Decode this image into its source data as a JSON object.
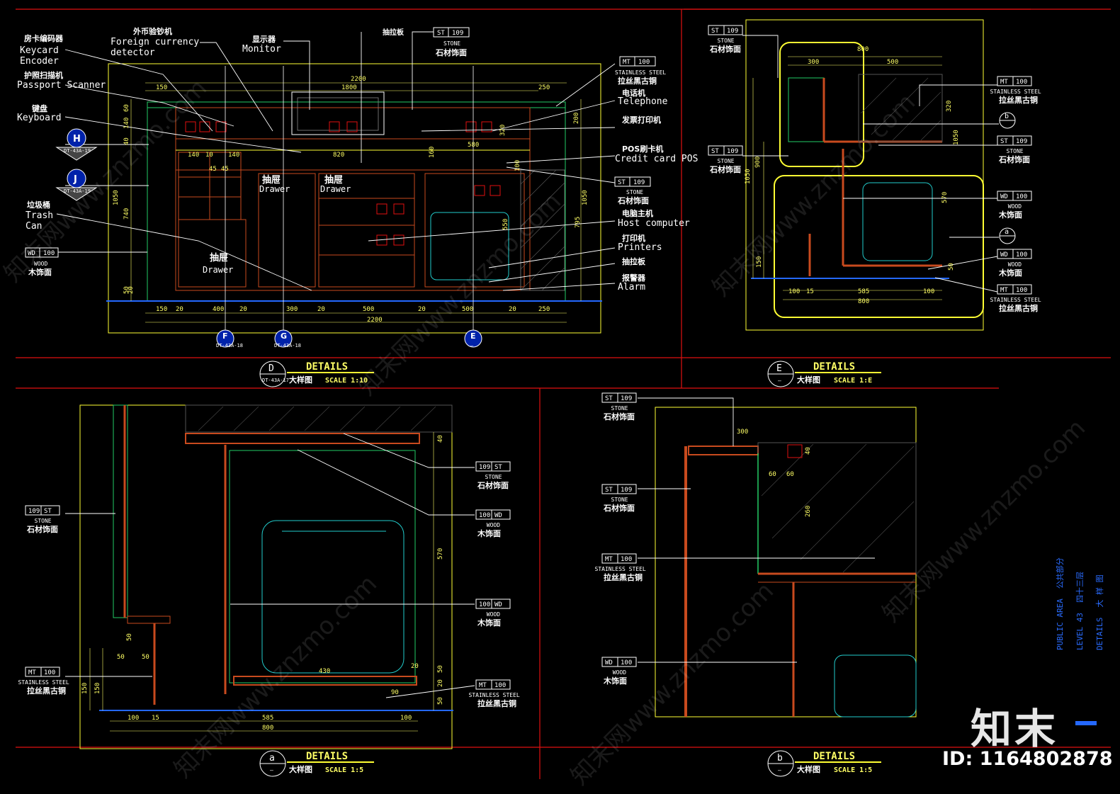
{
  "detail_D": {
    "callouts_left": [
      {
        "cn": "房卡编码器",
        "en1": "Keycard",
        "en2": "Encoder"
      },
      {
        "cn": "护照扫描机",
        "en1": "Passport  Scanner"
      },
      {
        "cn": "键盘",
        "en1": "Keyboard"
      },
      {
        "cn": "垃圾桶",
        "en1": "Trash",
        "en2": "Can"
      }
    ],
    "callouts_top": [
      {
        "cn": "外币验钞机",
        "en1": "Foreign  currency",
        "en2": "detector"
      },
      {
        "cn": "显示器",
        "en1": "Monitor"
      },
      {
        "cn": "抽拉板"
      }
    ],
    "callouts_right": [
      {
        "cn": "电话机",
        "en1": "Telephone"
      },
      {
        "cn": "发票打印机"
      },
      {
        "cn": "POS刷卡机",
        "en1": "Credit card POS"
      },
      {
        "cn": "电脑主机",
        "en1": "Host computer"
      },
      {
        "cn": "打印机",
        "en1": "Printers"
      },
      {
        "cn": "抽拉板"
      },
      {
        "cn": "报警器",
        "en1": "Alarm"
      }
    ],
    "tags": [
      {
        "a": "ST",
        "b": "109",
        "l1": "STONE",
        "l2": "石材饰面"
      },
      {
        "a": "MT",
        "b": "100",
        "l1": "STAINLESS STEEL",
        "l2": "拉丝黑古铜"
      },
      {
        "a": "ST",
        "b": "109",
        "l1": "STONE",
        "l2": "石材饰面"
      },
      {
        "a": "WD",
        "b": "100",
        "l1": "WOOD",
        "l2": "木饰面"
      }
    ],
    "drawer_labels": [
      {
        "cn": "抽屉",
        "en": "Drawer"
      },
      {
        "cn": "抽屉",
        "en": "Drawer"
      },
      {
        "cn": "抽屉",
        "en": "Drawer"
      }
    ],
    "section_marks": [
      {
        "letter": "H",
        "ref": "DT-43A-19"
      },
      {
        "letter": "J",
        "ref": "DT-43A-19"
      }
    ],
    "bottom_marks": [
      {
        "letter": "F",
        "ref": "DT-43A-18"
      },
      {
        "letter": "G",
        "ref": "DT-43A-18"
      },
      {
        "letter": "E",
        "ref": "—"
      }
    ],
    "dims_top": [
      "2200",
      "1800",
      "150",
      "250"
    ],
    "dims_inner": [
      "820",
      "580",
      "140",
      "10",
      "140",
      "45",
      "45"
    ],
    "dims_left": [
      "60",
      "140",
      "40",
      "1050",
      "740",
      "50",
      "20"
    ],
    "dims_right": [
      "200",
      "320",
      "160",
      "100",
      "1050",
      "795",
      "550"
    ],
    "dims_bottom": [
      "150",
      "20",
      "400",
      "20",
      "300",
      "20",
      "500",
      "20",
      "500",
      "20",
      "250"
    ],
    "dims_total": "2200",
    "title": {
      "letter": "D",
      "ref": "DT-43A-17",
      "en": "DETAILS",
      "cn": "大样图",
      "scale": "SCALE 1:10"
    }
  },
  "detail_E": {
    "tags": [
      {
        "a": "ST",
        "b": "109",
        "l1": "STONE",
        "l2": "石材饰面"
      },
      {
        "a": "ST",
        "b": "109",
        "l1": "STONE",
        "l2": "石材饰面"
      },
      {
        "a": "MT",
        "b": "100",
        "l1": "STAINLESS STEEL",
        "l2": "拉丝黑古铜"
      },
      {
        "a": "ST",
        "b": "109",
        "l1": "STONE",
        "l2": "石材饰面"
      },
      {
        "a": "WD",
        "b": "100",
        "l1": "WOOD",
        "l2": "木饰面"
      },
      {
        "a": "WD",
        "b": "100",
        "l1": "WOOD",
        "l2": "木饰面"
      },
      {
        "a": "MT",
        "b": "100",
        "l1": "STAINLESS STEEL",
        "l2": "拉丝黑古铜"
      }
    ],
    "dims": [
      "300",
      "800",
      "500",
      "320",
      "1050",
      "900",
      "1050",
      "570",
      "100",
      "15",
      "585",
      "100",
      "800",
      "150",
      "50"
    ],
    "marks": [
      "b",
      "a"
    ],
    "title": {
      "letter": "E",
      "ref": "—",
      "en": "DETAILS",
      "cn": "大样图",
      "scale": "SCALE 1:E"
    }
  },
  "detail_a": {
    "tags": [
      {
        "a": "109",
        "b": "ST",
        "l1": "STONE",
        "l2": "石材饰面"
      },
      {
        "a": "109",
        "b": "ST",
        "l1": "STONE",
        "l2": "石材饰面"
      },
      {
        "a": "100",
        "b": "WD",
        "l1": "WOOD",
        "l2": "木饰面"
      },
      {
        "a": "100",
        "b": "WD",
        "l1": "WOOD",
        "l2": "木饰面"
      },
      {
        "a": "MT",
        "b": "100",
        "l1": "STAINLESS STEEL",
        "l2": "拉丝黑古铜"
      },
      {
        "a": "MT",
        "b": "100",
        "l1": "STAINLESS STEEL",
        "l2": "拉丝黑古铜"
      }
    ],
    "dims": [
      "40",
      "570",
      "50",
      "50",
      "50",
      "430",
      "20",
      "50",
      "150",
      "150",
      "20",
      "90",
      "50",
      "100",
      "15",
      "585",
      "100",
      "800"
    ],
    "title": {
      "letter": "a",
      "ref": "—",
      "en": "DETAILS",
      "cn": "大样图",
      "scale": "SCALE 1:5"
    }
  },
  "detail_b": {
    "tags": [
      {
        "a": "ST",
        "b": "109",
        "l1": "STONE",
        "l2": "石材饰面"
      },
      {
        "a": "ST",
        "b": "109",
        "l1": "STONE",
        "l2": "石材饰面"
      },
      {
        "a": "MT",
        "b": "100",
        "l1": "STAINLESS STEEL",
        "l2": "拉丝黑古铜"
      },
      {
        "a": "WD",
        "b": "100",
        "l1": "WOOD",
        "l2": "木饰面"
      }
    ],
    "dims": [
      "300",
      "60",
      "60",
      "40",
      "260"
    ],
    "title": {
      "letter": "b",
      "ref": "—",
      "en": "DETAILS",
      "cn": "大样图",
      "scale": "SCALE 1:5"
    }
  },
  "sheet_info": [
    {
      "en": "PUBLIC AREA",
      "cn": "公共部分"
    },
    {
      "en": "LEVEL 43",
      "cn": "四十三层"
    },
    {
      "en": "DETAILS",
      "cn": "大 样 图"
    }
  ],
  "brand": "知末",
  "id_label": "ID: 1164802878",
  "watermark": "知末网www.znzmo.com",
  "colors": {
    "background": "#000000",
    "frame": "#e01010",
    "line": "#ffff33",
    "green": "#22cc66",
    "cyan": "#22cccc",
    "dim": "#ffff66",
    "blue": "#2468ff"
  }
}
